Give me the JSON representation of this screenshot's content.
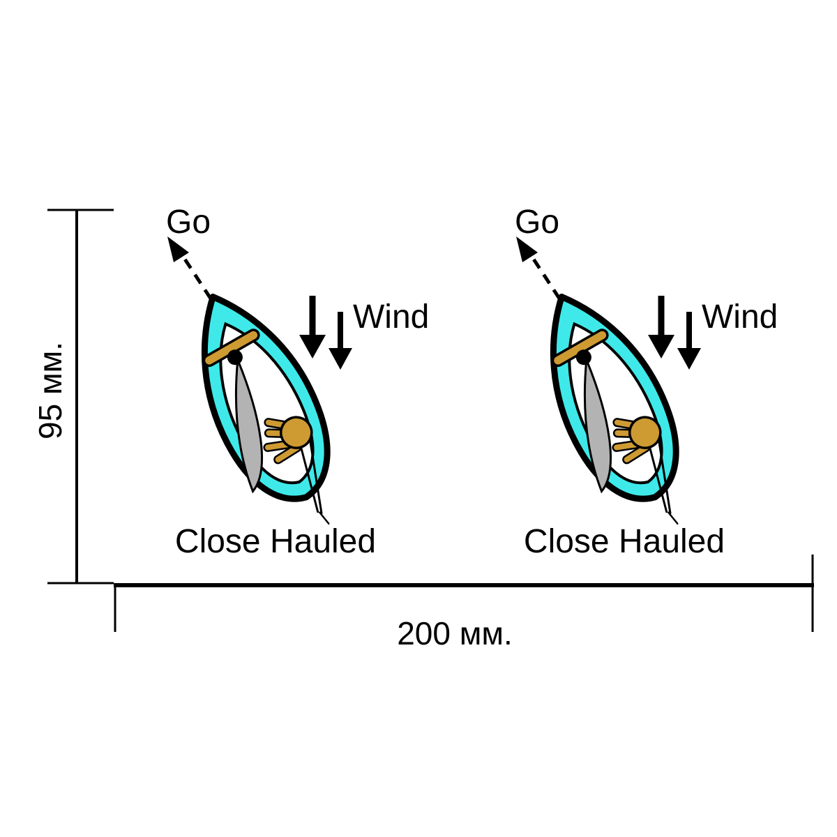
{
  "figure": {
    "boats": [
      {
        "go_label": "Go",
        "wind_label": "Wind",
        "caption": "Close Hauled"
      },
      {
        "go_label": "Go",
        "wind_label": "Wind",
        "caption": "Close Hauled"
      }
    ],
    "dimensions": {
      "height_label": "95 мм.",
      "width_label": "200 мм."
    },
    "colors": {
      "hull": "#3FE9E9",
      "deck": "#FFFFFF",
      "sail": "#B3B3B3",
      "wood": "#CE9A32",
      "outline": "#000000"
    }
  }
}
